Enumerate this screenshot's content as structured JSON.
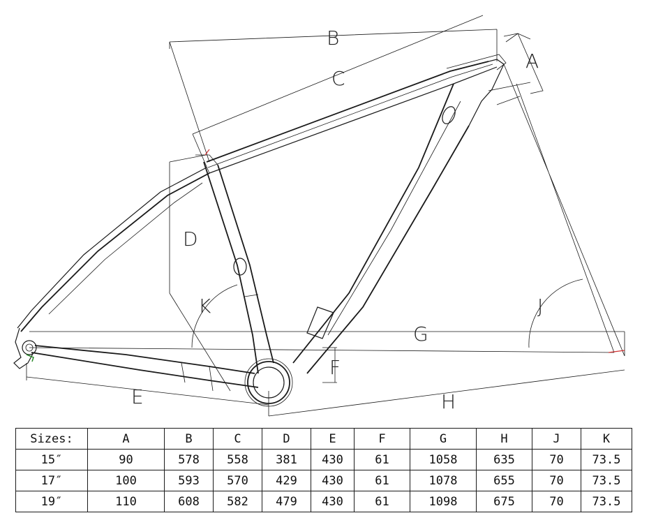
{
  "diagram": {
    "dimension_labels": {
      "A": "A",
      "B": "B",
      "C": "C",
      "D": "D",
      "E": "E",
      "F": "F",
      "G": "G",
      "H": "H",
      "J": "J",
      "K": "K"
    }
  },
  "table": {
    "columns": [
      "Sizes:",
      "A",
      "B",
      "C",
      "D",
      "E",
      "F",
      "G",
      "H",
      "J",
      "K"
    ],
    "rows": [
      [
        "15″",
        "90",
        "578",
        "558",
        "381",
        "430",
        "61",
        "1058",
        "635",
        "70",
        "73.5"
      ],
      [
        "17″",
        "100",
        "593",
        "570",
        "429",
        "430",
        "61",
        "1078",
        "655",
        "70",
        "73.5"
      ],
      [
        "19″",
        "110",
        "608",
        "582",
        "479",
        "430",
        "61",
        "1098",
        "675",
        "70",
        "73.5"
      ]
    ]
  }
}
